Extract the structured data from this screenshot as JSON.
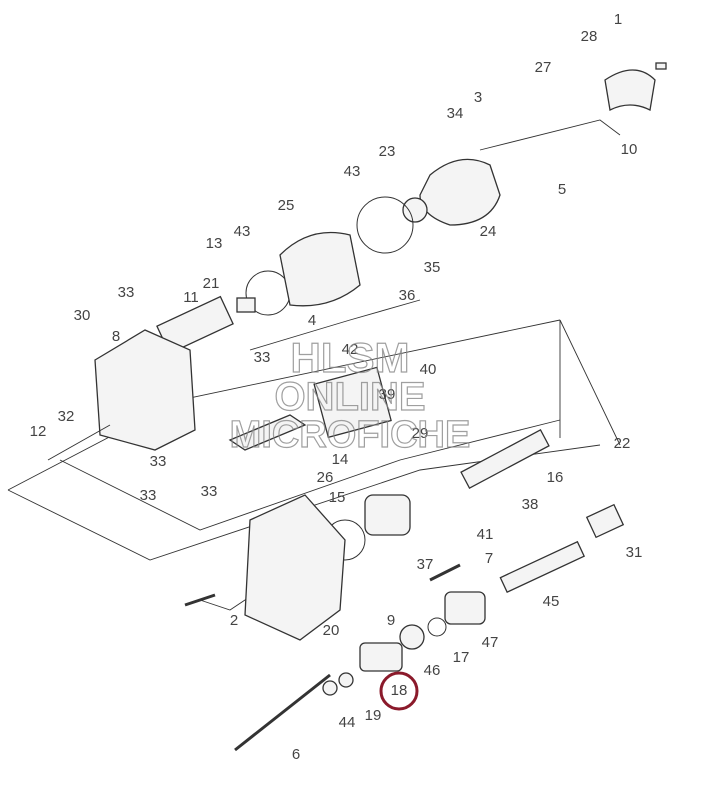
{
  "diagram": {
    "labels": [
      "1",
      "28",
      "27",
      "3",
      "34",
      "10",
      "5",
      "23",
      "43",
      "24",
      "35",
      "25",
      "43",
      "13",
      "21",
      "11",
      "33",
      "30",
      "8",
      "33",
      "4",
      "42",
      "36",
      "40",
      "39",
      "12",
      "32",
      "33",
      "33",
      "33",
      "29",
      "14",
      "26",
      "22",
      "38",
      "16",
      "15",
      "41",
      "37",
      "7",
      "31",
      "45",
      "2",
      "9",
      "20",
      "47",
      "46",
      "17",
      "18",
      "44",
      "19",
      "6"
    ],
    "highlighted_label": "18",
    "highlight_color": "#8b1a2b",
    "watermark": {
      "line1": "HLSM",
      "line2": "ONLINE",
      "line3": "MICROFICHE"
    }
  }
}
